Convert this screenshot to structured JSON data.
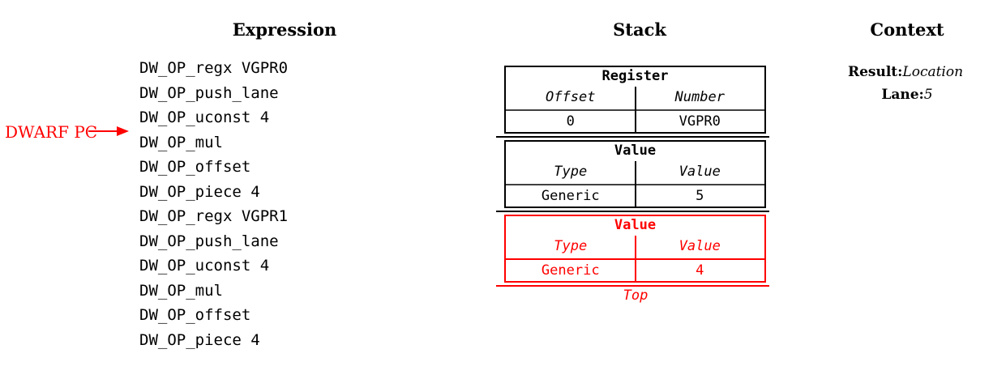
{
  "diagram": {
    "expression": {
      "title": "Expression",
      "ops": [
        "DW_OP_regx VGPR0",
        "DW_OP_push_lane",
        "DW_OP_uconst 4",
        "DW_OP_mul",
        "DW_OP_offset",
        "DW_OP_piece 4",
        "DW_OP_regx VGPR1",
        "DW_OP_push_lane",
        "DW_OP_uconst 4",
        "DW_OP_mul",
        "DW_OP_offset",
        "DW_OP_piece 4"
      ]
    },
    "pointer": {
      "label": "DWARF PC",
      "target_op_index": 3,
      "color": "#ff0000"
    },
    "stack": {
      "title": "Stack",
      "entries": [
        {
          "kind": "Register",
          "headers": [
            "Offset",
            "Number"
          ],
          "values": [
            "0",
            "VGPR0"
          ],
          "highlighted": false
        },
        {
          "kind": "Value",
          "headers": [
            "Type",
            "Value"
          ],
          "values": [
            "Generic",
            "5"
          ],
          "highlighted": false
        },
        {
          "kind": "Value",
          "headers": [
            "Type",
            "Value"
          ],
          "values": [
            "Generic",
            "4"
          ],
          "highlighted": true
        }
      ],
      "top_label": "Top"
    },
    "context": {
      "title": "Context",
      "fields": [
        {
          "label": "Result:",
          "value": "Location"
        },
        {
          "label": "Lane:",
          "value": "5"
        }
      ]
    },
    "colors": {
      "highlight": "#ff0000",
      "text": "#000000",
      "divider_gray": "#404040"
    }
  }
}
